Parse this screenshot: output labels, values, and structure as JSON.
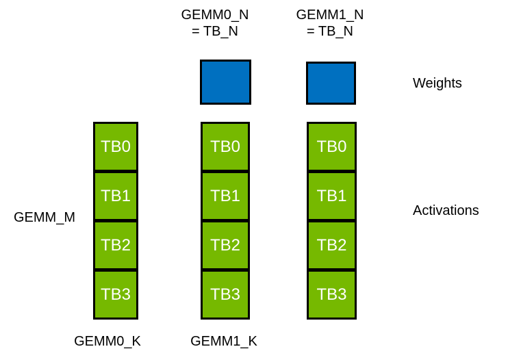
{
  "diagram": {
    "colors": {
      "background": "#FFFFFF",
      "weights_fill": "#0070C0",
      "activations_fill": "#76B900",
      "border": "#000000",
      "block_text": "#FFFFFF",
      "label_text": "#000000"
    },
    "top_labels": [
      {
        "line1": "GEMM0_N",
        "line2": "= TB_N"
      },
      {
        "line1": "GEMM1_N",
        "line2": "= TB_N"
      }
    ],
    "left_label": "GEMM_M",
    "right_labels": {
      "weights": "Weights",
      "activations": "Activations"
    },
    "bottom_labels": [
      "GEMM0_K",
      "GEMM1_K"
    ],
    "columns": [
      {
        "blocks": [
          "TB0",
          "TB1",
          "TB2",
          "TB3"
        ]
      },
      {
        "blocks": [
          "TB0",
          "TB1",
          "TB2",
          "TB3"
        ]
      },
      {
        "blocks": [
          "TB0",
          "TB1",
          "TB2",
          "TB3"
        ]
      }
    ]
  }
}
